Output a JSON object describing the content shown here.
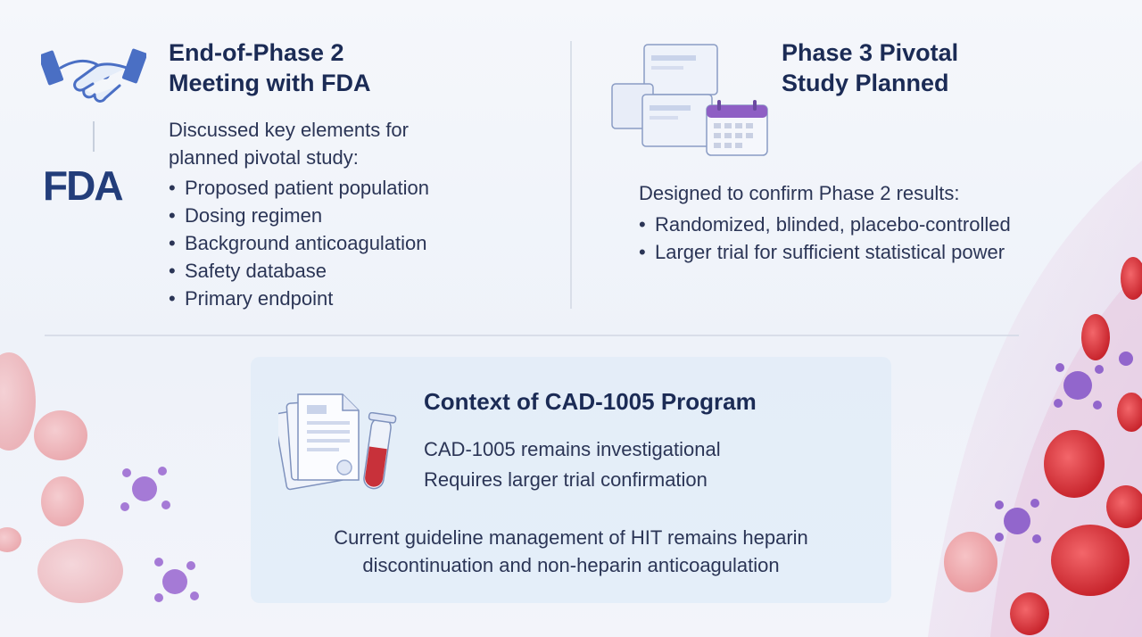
{
  "left_section": {
    "title_line1": "End-of-Phase 2",
    "title_line2": "Meeting with FDA",
    "intro_line1": "Discussed key elements for",
    "intro_line2": "planned pivotal study:",
    "bullets": [
      "Proposed patient population",
      "Dosing regimen",
      "Background anticoagulation",
      "Safety database",
      "Primary endpoint"
    ],
    "logo_text": "FDA",
    "icons": [
      "handshake-icon",
      "fda-logo"
    ]
  },
  "right_section": {
    "title_line1": "Phase 3 Pivotal",
    "title_line2": "Study Planned",
    "intro": "Designed to confirm Phase 2 results:",
    "bullets": [
      "Randomized, blinded, placebo-controlled",
      "Larger trial for sufficient statistical power"
    ],
    "icons": [
      "boxes-icon",
      "calendar-icon"
    ]
  },
  "context_section": {
    "title": "Context of CAD-1005 Program",
    "line1": "CAD-1005 remains investigational",
    "line2": "Requires larger trial confirmation",
    "note_line1": "Current guideline management of HIT remains heparin",
    "note_line2": "discontinuation and non-heparin anticoagulation",
    "icons": [
      "documents-icon",
      "test-tube-icon"
    ]
  },
  "colors": {
    "title": "#1b2b55",
    "text": "#2b3556",
    "accent_blue": "#4d6fc4",
    "red_cell": "#e0464a",
    "platelet": "#9b6fd0"
  }
}
